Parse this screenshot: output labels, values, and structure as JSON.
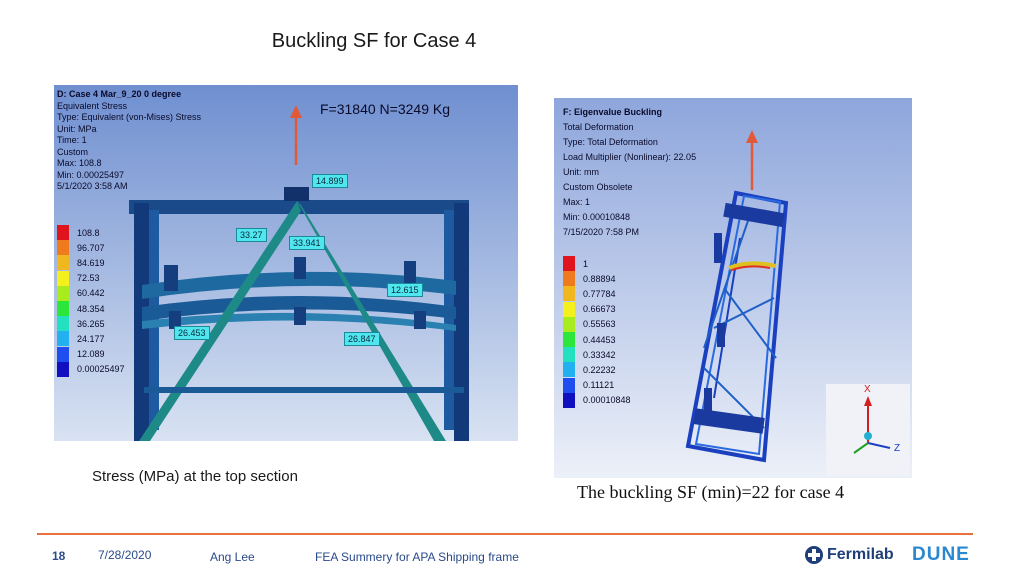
{
  "slide": {
    "title": "Buckling SF for Case 4",
    "left_caption": "Stress (MPa) at the top section",
    "right_caption": "The buckling SF (min)=22 for case 4"
  },
  "left_panel": {
    "force_label": "F=31840 N=3249 Kg",
    "info": [
      "D: Case 4 Mar_9_20 0 degree",
      "Equivalent Stress",
      "Type: Equivalent (von-Mises) Stress",
      "Unit: MPa",
      "Time: 1",
      "Custom",
      "Max: 108.8",
      "Min: 0.00025497",
      "5/1/2020 3:58 AM"
    ],
    "legend_values": [
      "108.8",
      "96.707",
      "84.619",
      "72.53",
      "60.442",
      "48.354",
      "36.265",
      "24.177",
      "12.089",
      "0.00025497"
    ],
    "legend_colors": [
      "#e0141c",
      "#f07a1e",
      "#f0b81e",
      "#f4f01e",
      "#a8ec1e",
      "#2ce63c",
      "#22e0c0",
      "#22b0f0",
      "#1e4ef0",
      "#1010c0"
    ],
    "probes": [
      "14.899",
      "33.27",
      "33.941",
      "12.615",
      "26.453",
      "26.847"
    ]
  },
  "right_panel": {
    "info": [
      "F: Eigenvalue Buckling",
      "Total Deformation",
      "Type: Total Deformation",
      "Load Multiplier (Nonlinear): 22.05",
      "Unit: mm",
      "Custom Obsolete",
      "Max: 1",
      "Min: 0.00010848",
      "7/15/2020 7:58 PM"
    ],
    "legend_values": [
      "1",
      "0.88894",
      "0.77784",
      "0.66673",
      "0.55563",
      "0.44453",
      "0.33342",
      "0.22232",
      "0.11121",
      "0.00010848"
    ],
    "legend_colors": [
      "#e0141c",
      "#f07a1e",
      "#f0b81e",
      "#f4f01e",
      "#a8ec1e",
      "#2ce63c",
      "#22e0c0",
      "#22b0f0",
      "#1e4ef0",
      "#1010c0"
    ],
    "axis_labels": {
      "x": "X",
      "z": "Z"
    }
  },
  "footer": {
    "page": "18",
    "date": "7/28/2020",
    "author": "Ang Lee",
    "subject": "FEA Summery for APA Shipping frame",
    "logo_fermilab": "Fermilab",
    "logo_dune": "DUNE"
  }
}
